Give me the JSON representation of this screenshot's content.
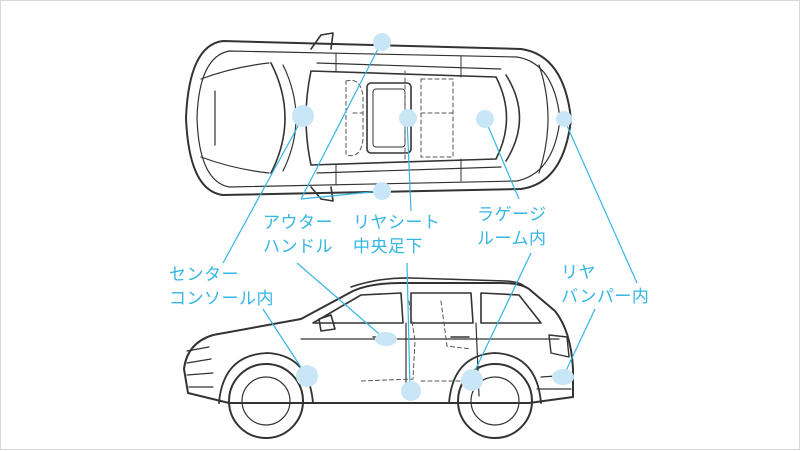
{
  "colors": {
    "accent": "#35b6e3",
    "marker": "#c9e6f7",
    "line": "#333333",
    "dash": "#555555"
  },
  "labels": [
    {
      "id": "outer-handle",
      "lines": [
        "アウター",
        "ハンドル"
      ]
    },
    {
      "id": "rear-seat-floor",
      "lines": [
        "リヤシート",
        "中央足下"
      ]
    },
    {
      "id": "luggage-room",
      "lines": [
        "ラゲージ",
        "ルーム内"
      ]
    },
    {
      "id": "center-console",
      "lines": [
        "センター",
        "コンソール内"
      ]
    },
    {
      "id": "rear-bumper",
      "lines": [
        "リヤ",
        "バンパー内"
      ]
    }
  ]
}
